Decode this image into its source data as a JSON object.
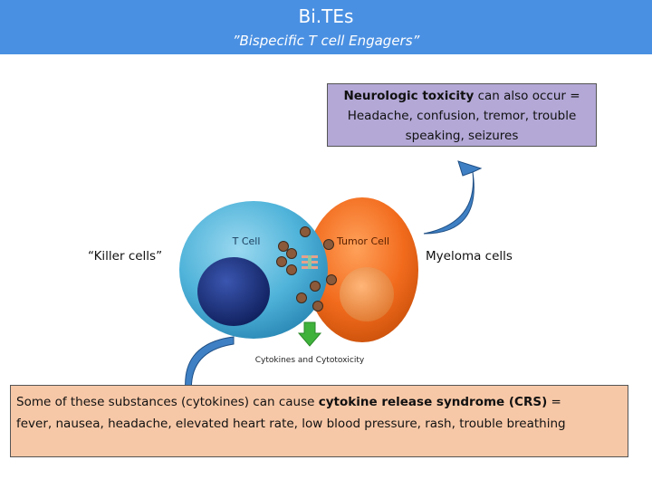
{
  "header": {
    "title": "Bi.TEs",
    "subtitle": "”Bispecific T cell Engagers”"
  },
  "neuro_box": {
    "bold": "Neurologic toxicity",
    "line1_rest": " can also occur =",
    "line2": "Headache, confusion, tremor, trouble",
    "line3": "speaking, seizures"
  },
  "labels": {
    "killer": "“Killer cells”",
    "myeloma": "Myeloma cells"
  },
  "diagram": {
    "t_cell": "T Cell",
    "tumor_cell": "Tumor Cell",
    "cytokines": "Cytokines and Cytotoxicity"
  },
  "crs_box": {
    "pre": "Some of these substances (cytokines) can cause ",
    "bold": "cytokine release syndrome (CRS)",
    "post": " =",
    "line2": "fever, nausea, headache, elevated heart rate, low blood pressure, rash, trouble breathing"
  },
  "colors": {
    "header": "#4a90e2",
    "neuro_box": "#b3a8d6",
    "crs_box": "#f7c8a7",
    "t_cell": "#4fb3d9",
    "tumor_cell": "#f26b1d",
    "arrow": "#2f6fb0"
  }
}
